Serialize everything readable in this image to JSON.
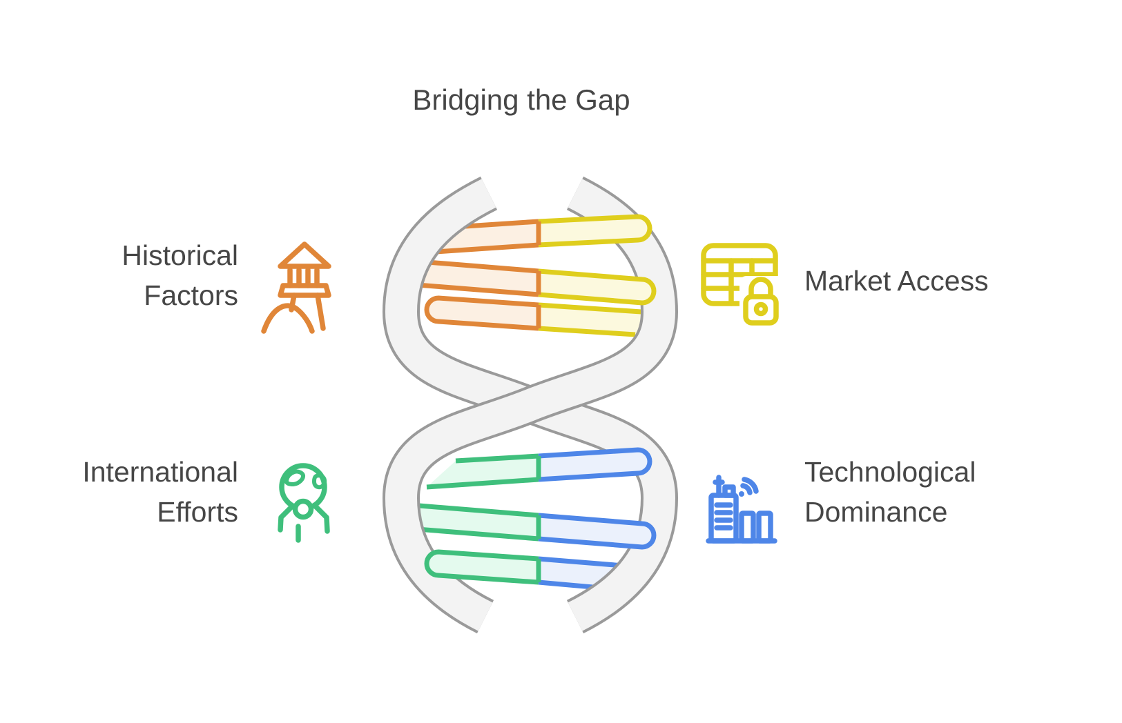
{
  "title": "Bridging the Gap",
  "colors": {
    "background": "#FFFFFF",
    "text": "#464646",
    "orange": "#E08638",
    "orange_fill": "#FCF0E3",
    "yellow": "#DFCE1D",
    "yellow_fill": "#FCF9DE",
    "green": "#3FBF7C",
    "green_fill": "#E4FAEE",
    "blue": "#4E86E8",
    "blue_fill": "#EBF1FC",
    "helix_stroke": "#9A9A9A",
    "helix_fill": "#F3F3F3"
  },
  "items": [
    {
      "id": "historical-factors",
      "lines": [
        "Historical",
        "Factors"
      ],
      "icon": "acropolis-icon",
      "color_name": "orange",
      "position": "top-left"
    },
    {
      "id": "market-access",
      "lines": [
        "Market Access"
      ],
      "icon": "table-lock-icon",
      "color_name": "yellow",
      "position": "top-right"
    },
    {
      "id": "international-efforts",
      "lines": [
        "International",
        "Efforts"
      ],
      "icon": "globe-person-icon",
      "color_name": "green",
      "position": "bottom-left"
    },
    {
      "id": "technological-dominance",
      "lines": [
        "Technological",
        "Dominance"
      ],
      "icon": "city-wifi-icon",
      "color_name": "blue",
      "position": "bottom-right"
    }
  ],
  "helix": {
    "description": "DNA double helix with six two-tone rungs",
    "top_rung_colors": [
      "orange",
      "yellow"
    ],
    "bottom_rung_colors": [
      "green",
      "blue"
    ]
  }
}
